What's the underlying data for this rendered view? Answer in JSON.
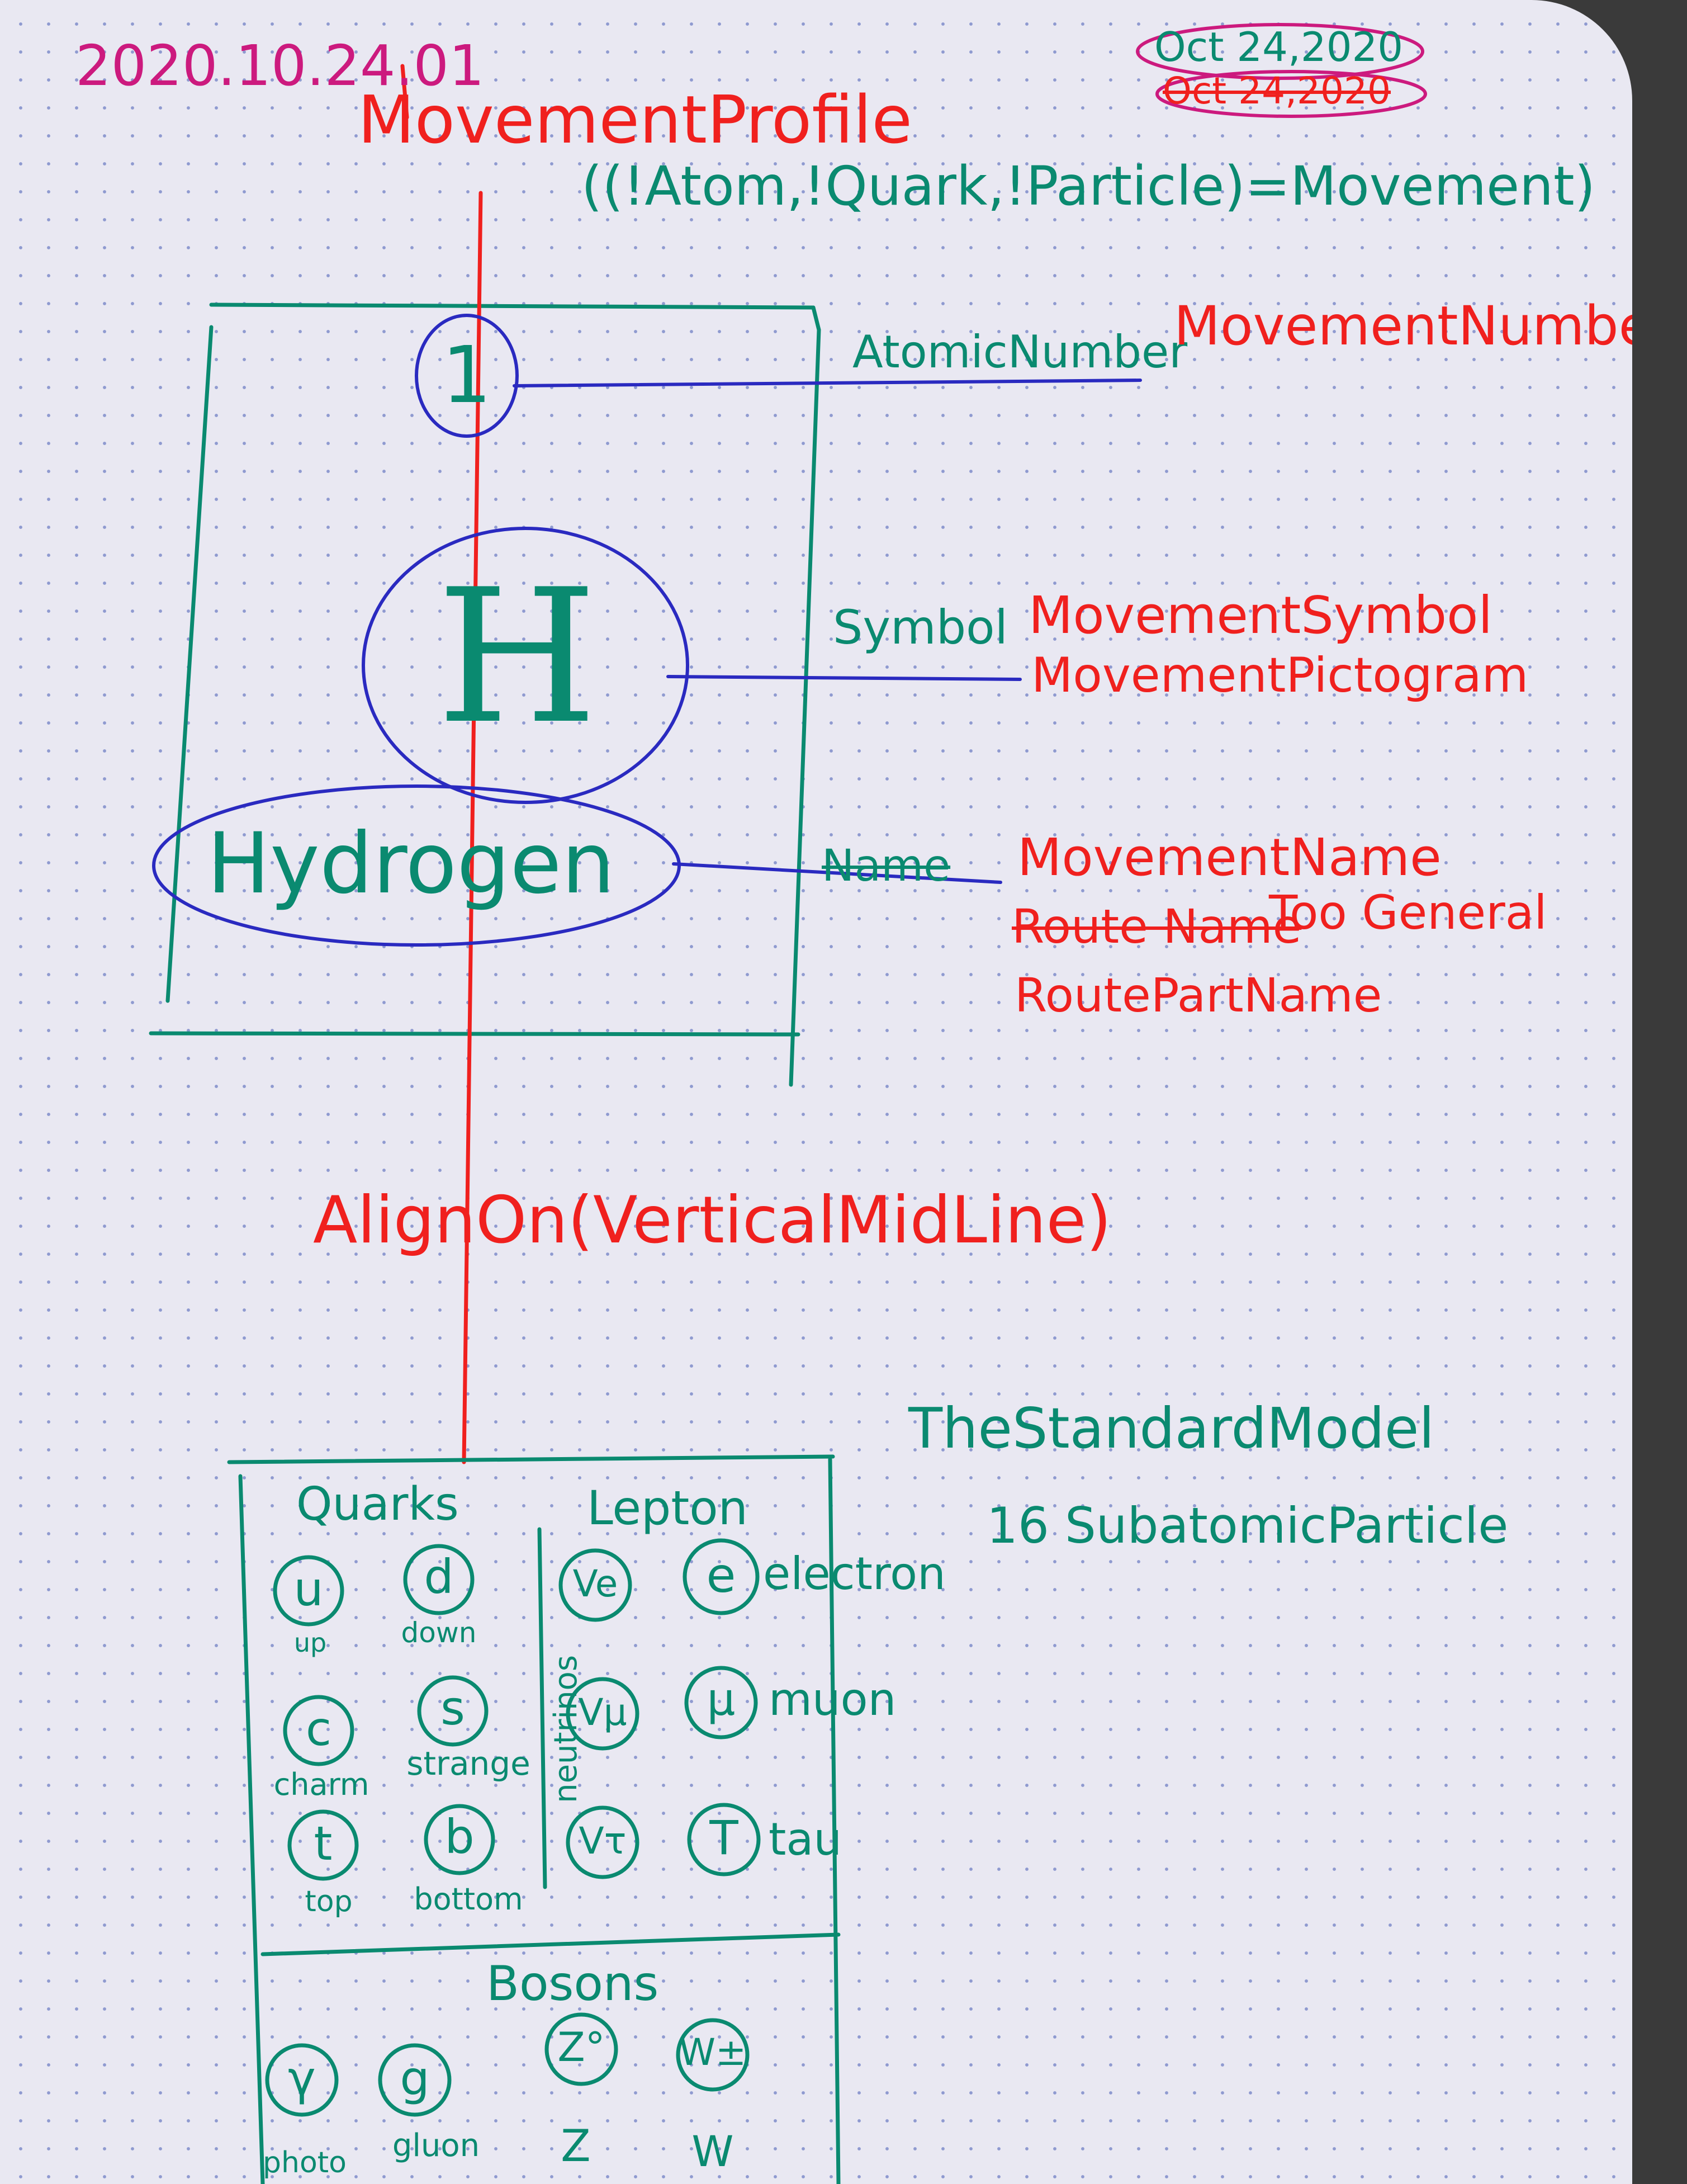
{
  "header": {
    "doc_id": "2020.10.24.01",
    "title": "MovementProfile",
    "date_1": "Oct 24,2020",
    "date_2": "Oct 24,2020",
    "formula": "((!Atom,!Quark,!Particle)=Movement)"
  },
  "element_card": {
    "atomic_number": "1",
    "symbol": "H",
    "name": "Hydrogen"
  },
  "annotations": {
    "atomic_number_label": "AtomicNumber",
    "movement_number": "MovementNumber",
    "symbol_label": "Symbol",
    "movement_symbol": "MovementSymbol",
    "movement_pictogram": "MovementPictogram",
    "name_label": "Name",
    "movement_name": "MovementName",
    "route_name": "Route Name",
    "too_general": "Too General",
    "routepart_name": "RoutePartName",
    "align_on": "AlignOn(VerticalMidLine)"
  },
  "standard_model": {
    "title": "TheStandardModel",
    "subtitle": "16 SubatomicParticle",
    "quarks_heading": "Quarks",
    "lepton_heading": "Lepton",
    "neutrinos_label": "neutrinos",
    "bosons_heading": "Bosons",
    "quarks": [
      {
        "symbol": "u",
        "name": "up"
      },
      {
        "symbol": "d",
        "name": "down"
      },
      {
        "symbol": "c",
        "name": "charm"
      },
      {
        "symbol": "s",
        "name": "strange"
      },
      {
        "symbol": "t",
        "name": "top"
      },
      {
        "symbol": "b",
        "name": "bottom"
      }
    ],
    "neutrinos": [
      {
        "symbol": "Ve"
      },
      {
        "symbol": "Vμ"
      },
      {
        "symbol": "Vτ"
      }
    ],
    "leptons": [
      {
        "symbol": "e",
        "name": "electron"
      },
      {
        "symbol": "μ",
        "name": "muon"
      },
      {
        "symbol": "T",
        "name": "tau"
      }
    ],
    "bosons": [
      {
        "symbol": "γ",
        "name": "photo"
      },
      {
        "symbol": "g",
        "name": "gluon"
      },
      {
        "symbol": "Z°",
        "name": "Z"
      },
      {
        "symbol": "W±",
        "name": "W"
      }
    ]
  },
  "colors": {
    "red_ink": "#f0201e",
    "green_ink": "#0a8a70",
    "blue_ink": "#2a2ac0",
    "magenta_ink": "#cc1a7e"
  }
}
